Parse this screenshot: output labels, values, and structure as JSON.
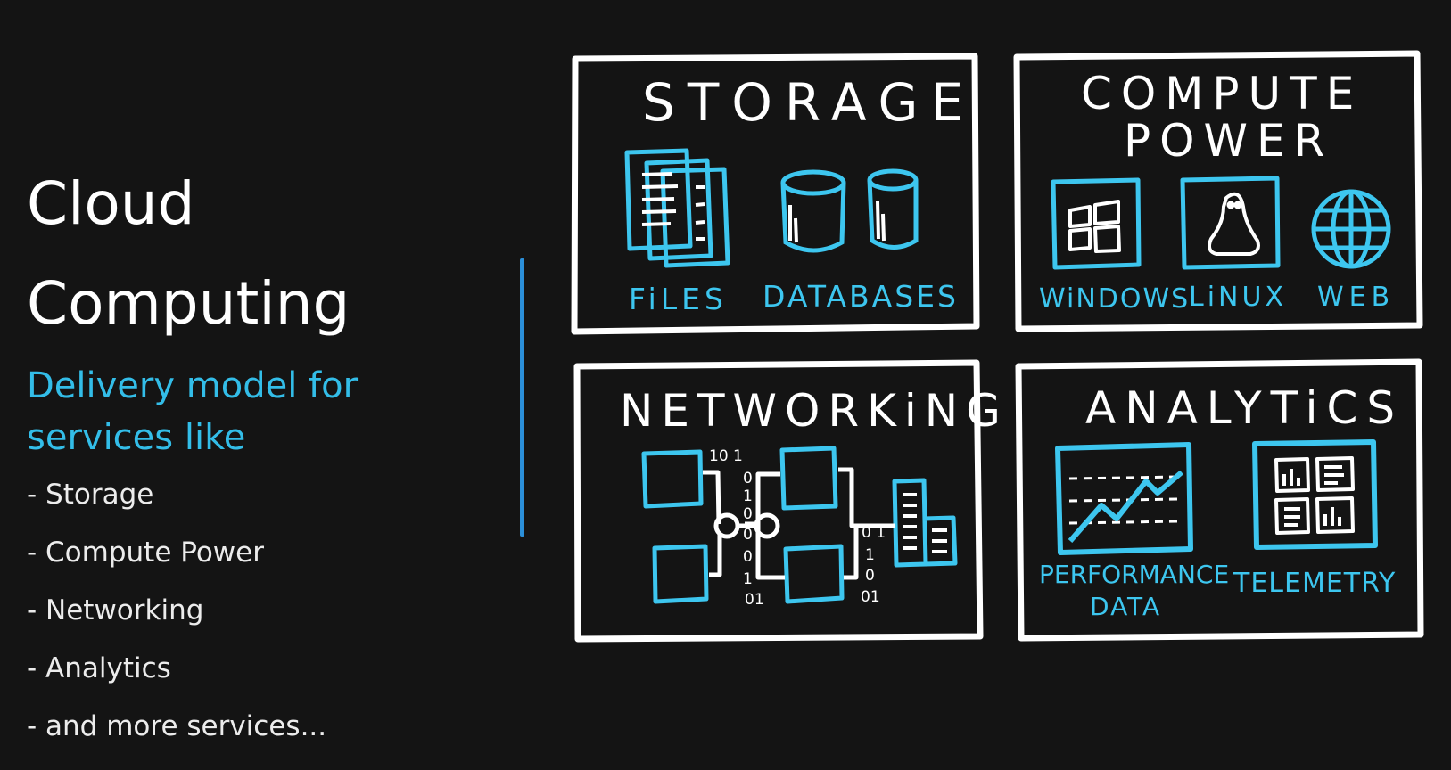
{
  "left_panel": {
    "title_line1": "Cloud",
    "title_line2": "Computing",
    "subtitle_line1": "Delivery model for",
    "subtitle_line2": "services like",
    "bullets": [
      "- Storage",
      "- Compute Power",
      "- Networking",
      "- Analytics",
      "- and more services..."
    ]
  },
  "panels": {
    "storage": {
      "title": "STORAGE",
      "labels": [
        "FiLES",
        "DATABASES"
      ]
    },
    "compute": {
      "title_line1": "COMPUTE",
      "title_line2": "POWER",
      "labels": [
        "WiNDOWS",
        "LiNUX",
        "WEB"
      ]
    },
    "networking": {
      "title": "NETWORKiNG",
      "binary": [
        "10 1",
        "0",
        "1",
        "0",
        "0",
        "0",
        "1",
        "01",
        "0 1",
        "1",
        "0",
        "01"
      ]
    },
    "analytics": {
      "title": "ANALYTiCS",
      "labels_perf": [
        "PERFORMANCE",
        "DATA"
      ],
      "label_telemetry": "TELEMETRY"
    }
  },
  "colors": {
    "accent": "#3dc6ef",
    "sketch_lines": "#ffffff",
    "background": "#141414",
    "divider": "#2b8fd9"
  }
}
